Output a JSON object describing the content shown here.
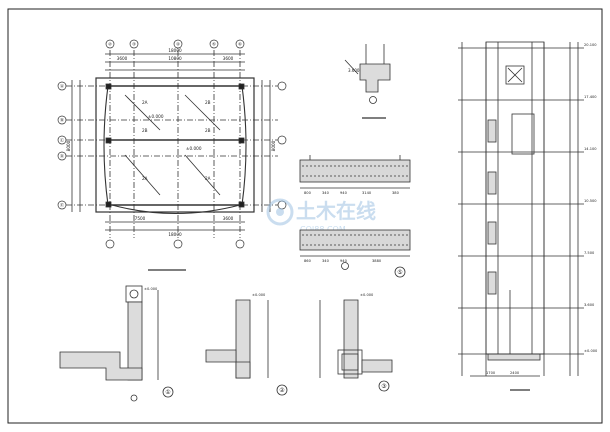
{
  "sheet": {
    "watermark": {
      "brand": "土木在线",
      "sub": "COI88.COM"
    },
    "plan": {
      "top_grid": [
        "②",
        "③",
        "④",
        "⑤",
        "⑥"
      ],
      "left_grid": [
        "Ⓐ",
        "Ⓑ",
        "Ⓒ",
        "Ⓓ",
        "Ⓔ"
      ],
      "dim_top_total": "18000",
      "dim_top_parts": [
        "3600",
        "10800",
        "3600"
      ],
      "dim_bottom_parts": [
        "7500",
        "3600"
      ],
      "dim_bottom_total": "18000",
      "dim_left_total": "8000",
      "dim_right_total": "8000",
      "labels": [
        "2A",
        "2B",
        "2B",
        "2B",
        "2A",
        "2A"
      ],
      "levels": [
        "±0.000",
        "±0.000"
      ]
    },
    "section_beams": {
      "upper_dims": [
        "800",
        "340",
        "940",
        "3140",
        "380"
      ],
      "lower_dims": [
        "860",
        "340",
        "940",
        "3880"
      ],
      "detail_no": "⑤"
    },
    "top_detail": {
      "labels": [
        "3.600"
      ]
    },
    "details": [
      {
        "no": "①",
        "level": "±0.000"
      },
      {
        "no": "②",
        "level": "±0.000"
      },
      {
        "no": "③",
        "level": "±0.000"
      }
    ],
    "elevation": {
      "levels": [
        "20.100",
        "17.400",
        "14.100",
        "10.500",
        "7.500",
        "3.600",
        "±0.000"
      ],
      "bottom_dims": [
        "1700",
        "2400"
      ]
    }
  }
}
